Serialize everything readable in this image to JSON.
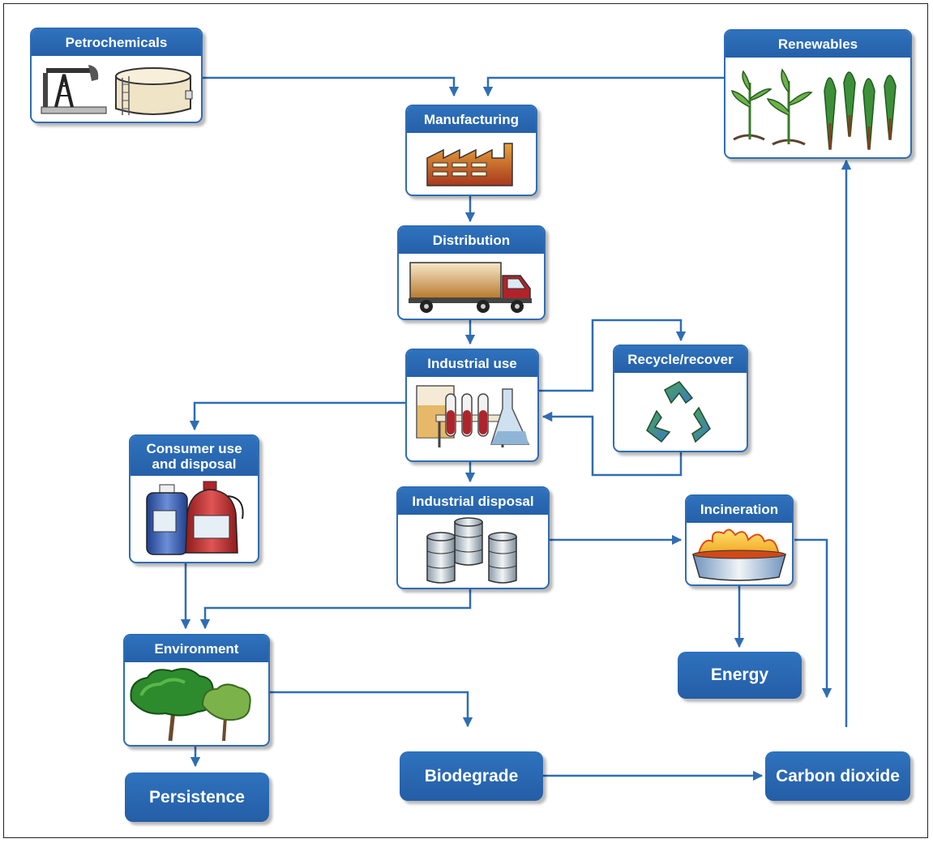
{
  "diagram": {
    "nodes": {
      "petrochemicals": "Petrochemicals",
      "renewables": "Renewables",
      "manufacturing": "Manufacturing",
      "distribution": "Distribution",
      "industrial_use": "Industrial use",
      "recycle": "Recycle/recover",
      "consumer_line1": "Consumer use",
      "consumer_line2": "and disposal",
      "industrial_disposal": "Industrial disposal",
      "incineration": "Incineration",
      "environment": "Environment",
      "energy": "Energy",
      "persistence": "Persistence",
      "biodegrade": "Biodegrade",
      "carbon_dioxide": "Carbon dioxide"
    },
    "connector_color": "#2f6db4"
  }
}
